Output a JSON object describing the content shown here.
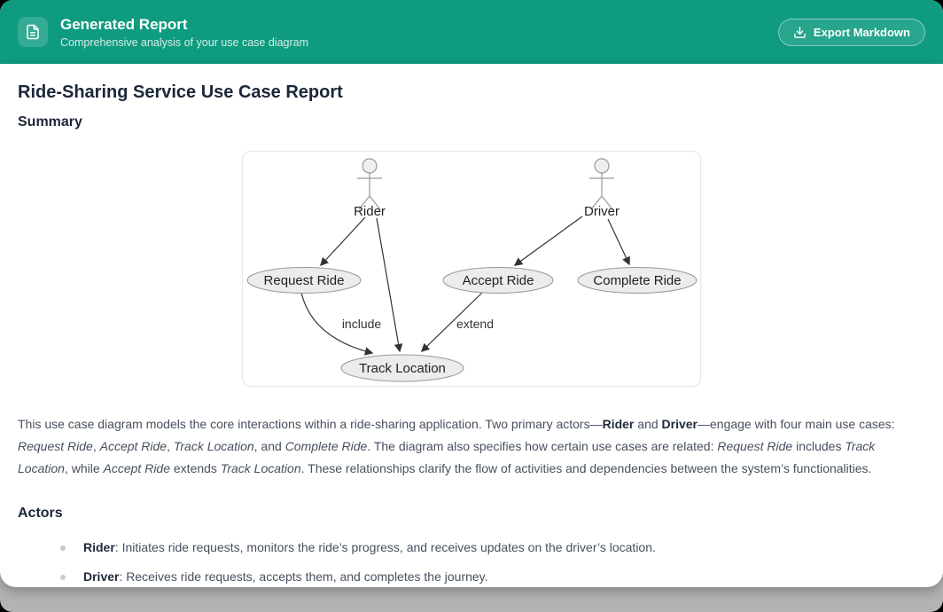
{
  "window": {
    "background_color": "#b3b3b3",
    "frame_color": "#000000"
  },
  "header": {
    "title": "Generated Report",
    "subtitle": "Comprehensive analysis of your use case diagram",
    "background_color": "#0f9b80",
    "icon": "document-icon",
    "export_button": {
      "label": "Export Markdown",
      "icon": "download-icon"
    }
  },
  "report": {
    "title": "Ride-Sharing Service Use Case Report",
    "summary": {
      "heading": "Summary",
      "paragraph_segments": [
        {
          "t": "This use case diagram models the core interactions within a ride-sharing application. Two primary actors—"
        },
        {
          "t": "Rider",
          "b": true
        },
        {
          "t": " and "
        },
        {
          "t": "Driver",
          "b": true
        },
        {
          "t": "—engage with four main use cases: "
        },
        {
          "t": "Request Ride",
          "i": true
        },
        {
          "t": ", "
        },
        {
          "t": "Accept Ride",
          "i": true
        },
        {
          "t": ", "
        },
        {
          "t": "Track Location",
          "i": true
        },
        {
          "t": ", and "
        },
        {
          "t": "Complete Ride",
          "i": true
        },
        {
          "t": ". The diagram also specifies how certain use cases are related: "
        },
        {
          "t": "Request Ride",
          "i": true
        },
        {
          "t": " includes "
        },
        {
          "t": "Track Location",
          "i": true
        },
        {
          "t": ", while "
        },
        {
          "t": "Accept Ride",
          "i": true
        },
        {
          "t": " extends "
        },
        {
          "t": "Track Location",
          "i": true
        },
        {
          "t": ". These relationships clarify the flow of activities and dependencies between the system’s functionalities."
        }
      ]
    },
    "actors_section": {
      "heading": "Actors",
      "items": [
        {
          "segments": [
            {
              "t": "Rider",
              "b": true
            },
            {
              "t": ": Initiates ride requests, monitors the ride’s progress, and receives updates on the driver’s location."
            }
          ]
        },
        {
          "segments": [
            {
              "t": "Driver",
              "b": true
            },
            {
              "t": ": Receives ride requests, accepts them, and completes the journey."
            }
          ]
        }
      ]
    }
  },
  "diagram": {
    "type": "use-case-diagram",
    "actors": [
      {
        "label": "Rider"
      },
      {
        "label": "Driver"
      }
    ],
    "use_cases": [
      {
        "label": "Request Ride"
      },
      {
        "label": "Accept Ride"
      },
      {
        "label": "Complete Ride"
      },
      {
        "label": "Track Location"
      }
    ],
    "edges": [
      {
        "from": "Rider",
        "to": "Request Ride",
        "label": ""
      },
      {
        "from": "Rider",
        "to": "Track Location",
        "label": ""
      },
      {
        "from": "Driver",
        "to": "Accept Ride",
        "label": ""
      },
      {
        "from": "Driver",
        "to": "Complete Ride",
        "label": ""
      },
      {
        "from": "Request Ride",
        "to": "Track Location",
        "label": "include"
      },
      {
        "from": "Accept Ride",
        "to": "Track Location",
        "label": "extend"
      }
    ],
    "colors": {
      "node_fill": "#ececec",
      "node_stroke": "#999999",
      "edge_stroke": "#333333"
    }
  }
}
